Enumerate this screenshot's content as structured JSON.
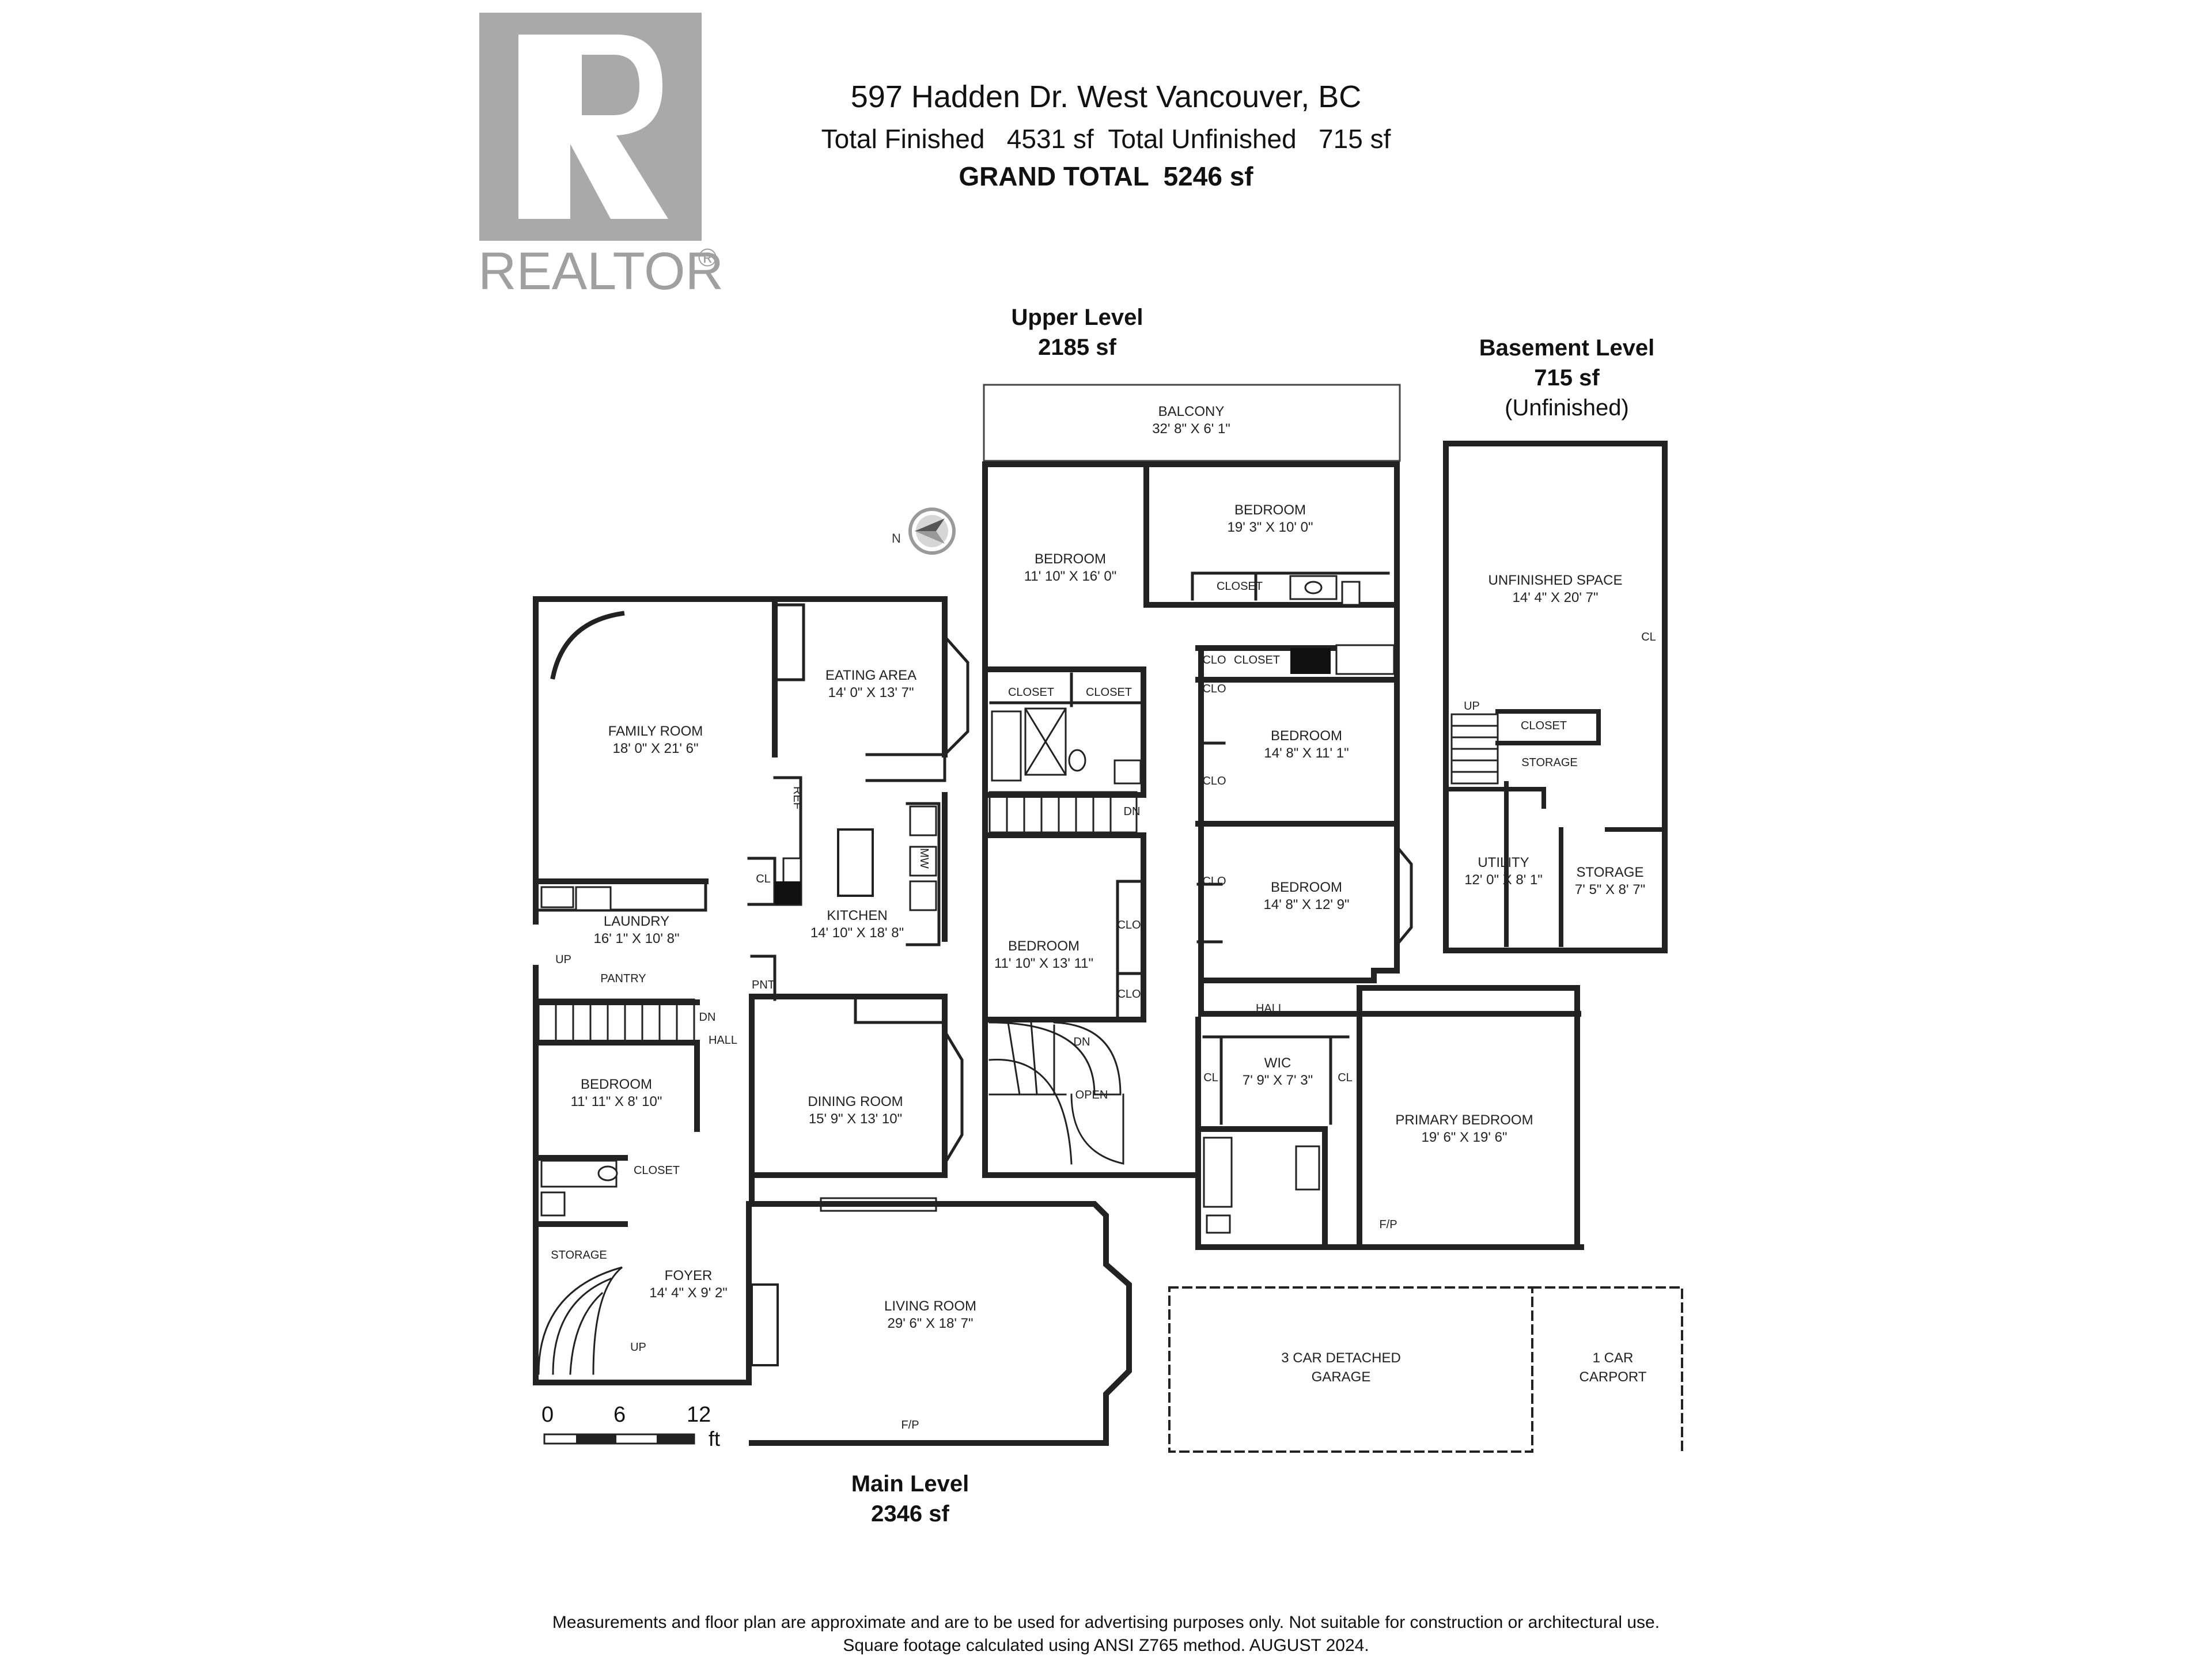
{
  "logo": {
    "text": "REALTOR",
    "mark": "®"
  },
  "header": {
    "address": "597 Hadden Dr. West Vancouver, BC",
    "finished": "Total Finished   4531 sf  Total Unfinished   715 sf",
    "grand_total": "GRAND TOTAL  5246 sf"
  },
  "levels": {
    "upper": {
      "name": "Upper Level",
      "area": "2185 sf"
    },
    "basement": {
      "name": "Basement Level",
      "area": "715 sf",
      "note": "(Unfinished)"
    },
    "main": {
      "name": "Main Level",
      "area": "2346 sf"
    }
  },
  "compass": {
    "label": "N"
  },
  "scale": {
    "labels": [
      "0",
      "6",
      "12"
    ],
    "unit": "ft"
  },
  "rooms": {
    "balcony": {
      "name": "BALCONY",
      "dim": "32' 8\" X 6' 1\""
    },
    "bedroom_ul1": {
      "name": "BEDROOM",
      "dim": "11' 10\" X 16' 0\""
    },
    "bedroom_ul2": {
      "name": "BEDROOM",
      "dim": "19' 3\" X 10' 0\""
    },
    "bedroom_ul3": {
      "name": "BEDROOM",
      "dim": "14' 8\" X 11' 1\""
    },
    "bedroom_ul4": {
      "name": "BEDROOM",
      "dim": "14' 8\" X 12' 9\""
    },
    "bedroom_ul5": {
      "name": "BEDROOM",
      "dim": "11' 10\" X 13' 11\""
    },
    "primary_bedroom": {
      "name": "PRIMARY BEDROOM",
      "dim": "19' 6\" X 19' 6\""
    },
    "wic": {
      "name": "WIC",
      "dim": "7' 9\" X 7' 3\""
    },
    "unfinished": {
      "name": "UNFINISHED SPACE",
      "dim": "14' 4\" X 20' 7\""
    },
    "utility": {
      "name": "UTILITY",
      "dim": "12' 0\" X 8' 1\""
    },
    "storage_b": {
      "name": "STORAGE",
      "dim": "7' 5\" X 8' 7\""
    },
    "family": {
      "name": "FAMILY ROOM",
      "dim": "18' 0\" X 21' 6\""
    },
    "eating": {
      "name": "EATING AREA",
      "dim": "14' 0\" X 13' 7\""
    },
    "kitchen": {
      "name": "KITCHEN",
      "dim": "14' 10\" X 18' 8\""
    },
    "laundry": {
      "name": "LAUNDRY",
      "dim": "16' 1\" X 10' 8\""
    },
    "bedroom_main": {
      "name": "BEDROOM",
      "dim": "11' 11\" X 8' 10\""
    },
    "dining": {
      "name": "DINING ROOM",
      "dim": "15' 9\" X 13' 10\""
    },
    "foyer": {
      "name": "FOYER",
      "dim": "14' 4\" X 9' 2\""
    },
    "living": {
      "name": "LIVING ROOM",
      "dim": "29' 6\" X 18' 7\""
    },
    "garage": {
      "line1": "3 CAR DETACHED",
      "line2": "GARAGE"
    },
    "carport": {
      "line1": "1 CAR",
      "line2": "CARPORT"
    }
  },
  "small_labels": {
    "closet": "CLOSET",
    "clo": "CLO",
    "cl": "CL",
    "storage": "STORAGE",
    "pantry": "PANTRY",
    "pnt": "PNT",
    "ref": "REF",
    "mw": "MW",
    "hall": "HALL",
    "up": "UP",
    "dn": "DN",
    "open": "OPEN",
    "fp": "F/P"
  },
  "footer": {
    "line1": "Measurements and floor plan are approximate and are to be used for advertising purposes only. Not suitable for construction or architectural use.",
    "line2": "Square footage calculated using ANSI Z765 method. AUGUST 2024."
  }
}
